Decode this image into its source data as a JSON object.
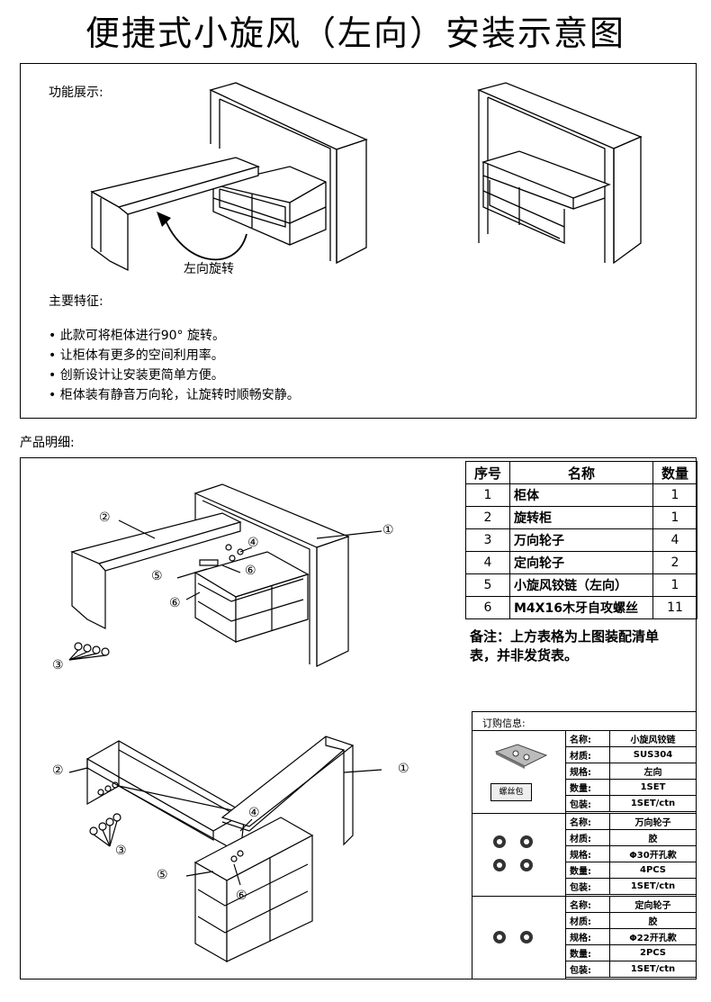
{
  "title": "便捷式小旋风（左向）安装示意图",
  "function_section": {
    "label": "功能展示:",
    "rotate_caption": "左向旋转"
  },
  "features": {
    "label": "主要特征:",
    "items": [
      "• 此款可将柜体进行90° 旋转。",
      "• 让柜体有更多的空间利用率。",
      "• 创新设计让安装更简单方便。",
      "• 柜体装有静音万向轮，让旋转时顺畅安静。"
    ]
  },
  "product_detail_label": "产品明细:",
  "parts_table": {
    "headers": [
      "序号",
      "名称",
      "数量"
    ],
    "rows": [
      [
        "1",
        "柜体",
        "1"
      ],
      [
        "2",
        "旋转柜",
        "1"
      ],
      [
        "3",
        "万向轮子",
        "4"
      ],
      [
        "4",
        "定向轮子",
        "2"
      ],
      [
        "5",
        "小旋风铰链（左向）",
        "1"
      ],
      [
        "6",
        "M4X16木牙自攻螺丝",
        "11"
      ]
    ]
  },
  "note": {
    "line1": "备注：上方表格为上图装配清单",
    "line2": "表，并非发货表。"
  },
  "order_info": {
    "label": "订购信息:",
    "bag_label": "螺丝包",
    "specs": [
      {
        "rows": [
          [
            "名称:",
            "小旋风铰链"
          ],
          [
            "材质:",
            "SUS304"
          ],
          [
            "规格:",
            "左向"
          ],
          [
            "数量:",
            "1SET"
          ],
          [
            "包装:",
            "1SET/ctn"
          ]
        ]
      },
      {
        "rows": [
          [
            "名称:",
            "万向轮子"
          ],
          [
            "材质:",
            "胶"
          ],
          [
            "规格:",
            "Φ30开孔款"
          ],
          [
            "数量:",
            "4PCS"
          ],
          [
            "包装:",
            "1SET/ctn"
          ]
        ]
      },
      {
        "rows": [
          [
            "名称:",
            "定向轮子"
          ],
          [
            "材质:",
            "胶"
          ],
          [
            "规格:",
            "Φ22开孔款"
          ],
          [
            "数量:",
            "2PCS"
          ],
          [
            "包装:",
            "1SET/ctn"
          ]
        ]
      }
    ]
  },
  "callouts": {
    "c1": "①",
    "c2": "②",
    "c3": "③",
    "c4": "④",
    "c5": "⑤",
    "c6": "⑥"
  }
}
